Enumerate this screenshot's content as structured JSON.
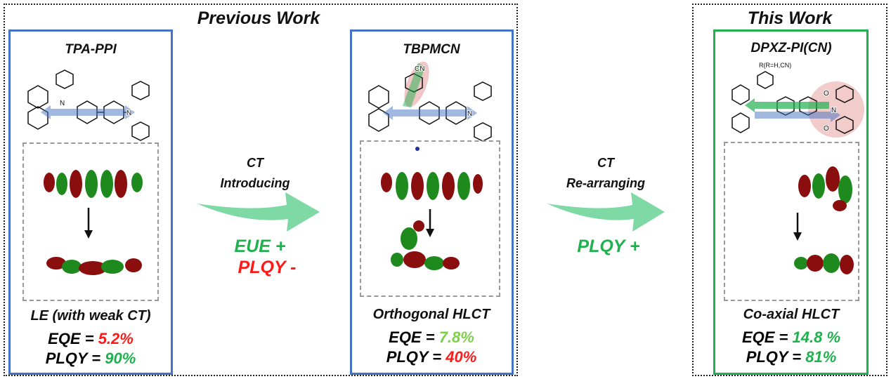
{
  "sections": {
    "previous": "Previous Work",
    "this": "This Work"
  },
  "panels": [
    {
      "title": "TPA-PPI",
      "state": "LE (with weak CT)",
      "eqe_label": "EQE = ",
      "eqe": "5.2%",
      "plqy_label": "PLQY = ",
      "plqy": "90%"
    },
    {
      "title": "TBPMCN",
      "cn_label": "CN",
      "state": "Orthogonal HLCT",
      "eqe_label": "EQE = ",
      "eqe": "7.8%",
      "plqy_label": "PLQY = ",
      "plqy": "40%"
    },
    {
      "title": "DPXZ-PI(CN)",
      "r_label": "R(R=H,CN)",
      "state": "Co-axial HLCT",
      "eqe_label": "EQE = ",
      "eqe": "14.8 %",
      "plqy_label": "PLQY = ",
      "plqy": "81%"
    }
  ],
  "transitions": [
    {
      "line1": "CT",
      "line2": "Introducing",
      "effect1": "EUE +",
      "effect2": "PLQY -"
    },
    {
      "line1": "CT",
      "line2": "Re-arranging",
      "effect1": "PLQY +"
    }
  ],
  "atoms": {
    "n": "N",
    "o": "O"
  },
  "colors": {
    "blue_frame": "#4472c4",
    "green_frame": "#1fb14e",
    "red": "#ff1a1a",
    "green": "#1fb14e",
    "light_green": "#7ed04a",
    "arrow": "#7fd9a5"
  }
}
